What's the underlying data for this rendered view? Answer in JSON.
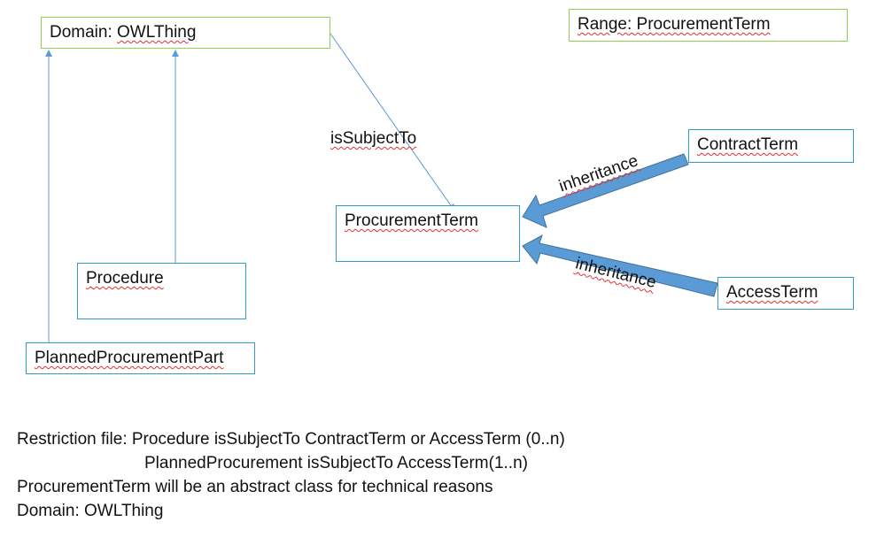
{
  "boxes": {
    "domain": "Domain: OWLThing",
    "range": "Range: ProcurementTerm",
    "contract_term": "ContractTerm",
    "procurement_term": "ProcurementTerm",
    "procedure": "Procedure",
    "access_term": "AccessTerm",
    "planned_procurement_part": "PlannedProcurementPart"
  },
  "edges": {
    "is_subject_to": "isSubjectTo",
    "inheritance_contract": "inheritance",
    "inheritance_access": "inheritance"
  },
  "notes": {
    "line1": "Restriction file: Procedure isSubjectTo ContractTerm or AccessTerm (0..n)",
    "line2": "PlannedProcurement isSubjectTo AccessTerm(1..n)",
    "line3": "ProcurementTerm will be an abstract class for technical reasons",
    "line4": "Domain: OWLThing"
  },
  "colors": {
    "box_green": "#92d050",
    "box_blue": "#2e9ec7",
    "line_blue": "#5b9bd5",
    "block_arrow": "#5b9bd5",
    "block_arrow_border": "#41719c",
    "squiggle": "#e03030"
  }
}
